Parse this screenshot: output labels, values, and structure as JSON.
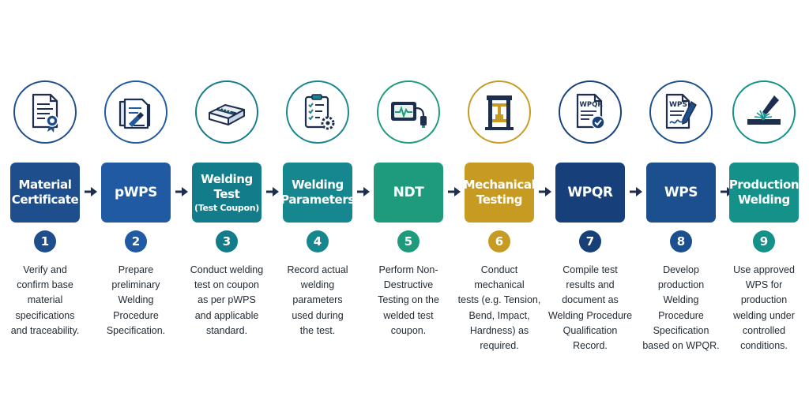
{
  "steps": [
    {
      "title": "Material\nCertificate",
      "subtitle": "",
      "number": "1",
      "color": "#1e4e8c",
      "icon": "certificate-icon",
      "description": [
        "Verify and",
        "confirm base",
        "material",
        "specifications",
        "and traceability."
      ]
    },
    {
      "title": "pWPS",
      "subtitle": "",
      "number": "2",
      "color": "#1f5aa3",
      "icon": "folder-document-icon",
      "description": [
        "Prepare",
        "preliminary",
        "Welding",
        "Procedure",
        "Specification."
      ]
    },
    {
      "title": "Welding\nTest",
      "subtitle": "(Test Coupon)",
      "number": "3",
      "color": "#137c8a",
      "icon": "test-coupon-icon",
      "description": [
        "Conduct welding",
        "test on coupon",
        "as per pWPS",
        "and applicable",
        "standard."
      ]
    },
    {
      "title": "Welding\nParameters",
      "subtitle": "",
      "number": "4",
      "color": "#17878f",
      "icon": "checklist-gear-icon",
      "description": [
        "Record actual",
        "welding",
        "parameters",
        "used during",
        "the test."
      ]
    },
    {
      "title": "NDT",
      "subtitle": "",
      "number": "5",
      "color": "#1e9a7d",
      "icon": "ndt-device-icon",
      "description": [
        "Perform Non-",
        "Destructive",
        "Testing on the",
        "welded test",
        "coupon."
      ]
    },
    {
      "title": "Mechanical\nTesting",
      "subtitle": "",
      "number": "6",
      "color": "#c79a22",
      "icon": "tensile-machine-icon",
      "description": [
        "Conduct",
        "mechanical",
        "tests (e.g. Tension,",
        "Bend, Impact,",
        "Hardness) as",
        "required."
      ]
    },
    {
      "title": "WPQR",
      "subtitle": "",
      "number": "7",
      "color": "#173f7a",
      "icon": "wpqr-document-icon",
      "description": [
        "Compile test",
        "results and",
        "document as",
        "Welding Procedure",
        "Qualification",
        "Record."
      ]
    },
    {
      "title": "WPS",
      "subtitle": "",
      "number": "8",
      "color": "#1b4f8d",
      "icon": "wps-document-icon",
      "description": [
        "Develop",
        "production",
        "Welding",
        "Procedure",
        "Specification",
        "based on WPQR."
      ]
    },
    {
      "title": "Production\nWelding",
      "subtitle": "",
      "number": "9",
      "color": "#149188",
      "icon": "welding-torch-icon",
      "description": [
        "Use approved",
        "WPS for",
        "production",
        "welding under",
        "controlled",
        "conditions."
      ]
    }
  ],
  "arrow_color": "#1c2f50"
}
